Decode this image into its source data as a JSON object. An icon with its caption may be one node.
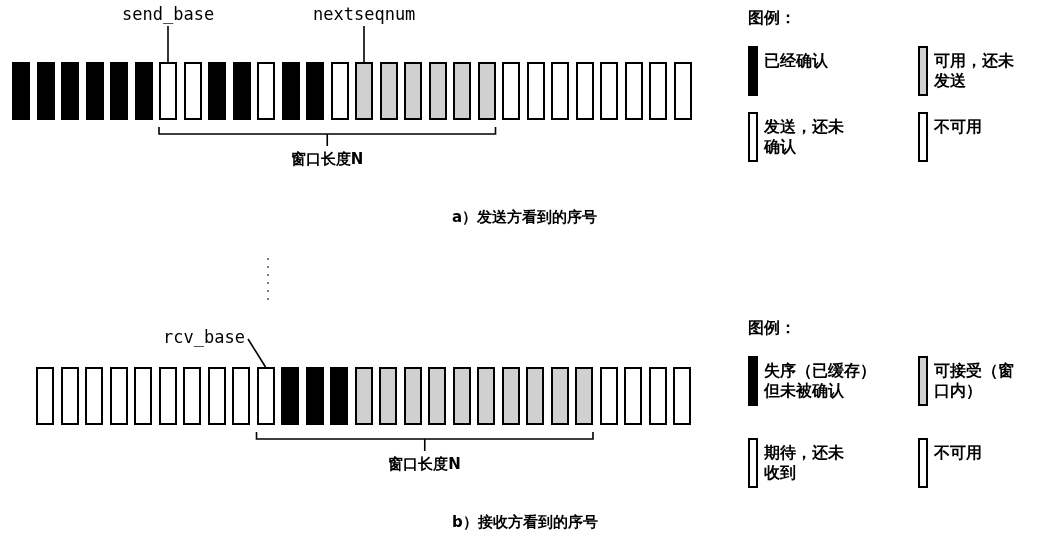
{
  "diagram": {
    "nodes": [
      {
        "text": [
          "send_base"
        ]
      },
      {
        "text": [
          "nextseqnum"
        ]
      },
      {
        "text": [],
        "shape": "box"
      },
      {
        "text": [],
        "shape": "box"
      },
      {
        "text": [],
        "shape": "box"
      },
      {
        "text": [],
        "shape": "box"
      },
      {
        "text": [],
        "shape": "box"
      },
      {
        "text": [],
        "shape": "box"
      },
      {
        "text": [],
        "shape": "box"
      },
      {
        "text": [],
        "shape": "box"
      },
      {
        "text": [],
        "shape": "box"
      },
      {
        "text": [],
        "shape": "box"
      },
      {
        "text": [],
        "shape": "box"
      },
      {
        "text": [],
        "shape": "box"
      },
      {
        "text": [],
        "shape": "box"
      },
      {
        "text": [],
        "shape": "box"
      },
      {
        "text": [],
        "shape": "box"
      },
      {
        "text": [],
        "shape": "box"
      },
      {
        "text": [],
        "shape": "box"
      },
      {
        "text": [],
        "shape": "box"
      },
      {
        "text": [],
        "shape": "box"
      },
      {
        "text": [],
        "shape": "box"
      },
      {
        "text": [],
        "shape": "box"
      },
      {
        "text": [],
        "shape": "box"
      },
      {
        "text": [],
        "shape": "box"
      },
      {
        "text": [],
        "shape": "box"
      },
      {
        "text": [],
        "shape": "box"
      },
      {
        "text": [],
        "shape": "box"
      },
      {
        "text": [],
        "shape": "box"
      },
      {
        "text": [],
        "shape": "box"
      },
      {
        "text": [
          "rcv_base"
        ]
      },
      {
        "text": [],
        "shape": "box"
      },
      {
        "text": [],
        "shape": "box"
      },
      {
        "text": [],
        "shape": "box"
      },
      {
        "text": [],
        "shape": "box"
      },
      {
        "text": [],
        "shape": "box"
      },
      {
        "text": [],
        "shape": "box"
      },
      {
        "text": [],
        "shape": "box"
      },
      {
        "text": [],
        "shape": "box"
      },
      {
        "text": [],
        "shape": "box"
      },
      {
        "text": [],
        "shape": "box"
      },
      {
        "text": [],
        "shape": "box"
      },
      {
        "text": [],
        "shape": "box"
      },
      {
        "text": [],
        "shape": "box"
      },
      {
        "text": [],
        "shape": "box"
      },
      {
        "text": [],
        "shape": "box"
      },
      {
        "text": [],
        "shape": "box"
      },
      {
        "text": [],
        "shape": "box"
      },
      {
        "text": [],
        "shape": "box"
      },
      {
        "text": [],
        "shape": "box"
      },
      {
        "text": [],
        "shape": "box"
      },
      {
        "text": [],
        "shape": "box"
      },
      {
        "text": [],
        "shape": "box"
      },
      {
        "text": [],
        "shape": "box"
      },
      {
        "text": [],
        "shape": "box"
      },
      {
        "text": [],
        "shape": "box"
      },
      {
        "text": [],
        "shape": "box"
      },
      {
        "text": [],
        "shape": "box"
      }
    ],
    "edges": [
      {
        "from": 0,
        "to": 8,
        "arrow": "none"
      },
      {
        "from": 1,
        "to": 16,
        "arrow": "none"
      },
      {
        "from": 30,
        "to": 40,
        "arrow": "none"
      }
    ],
    "labels": [
      "图例：",
      "窗口长度N",
      "a）发送方看到的序号",
      "图例：",
      "窗口长度N",
      "b）接收方看到的序号"
    ],
    "legend": [
      {
        "text": "已经确认",
        "color": "#000000"
      },
      {
        "text": "可用，还未发送",
        "color": "#d0d0d0"
      },
      {
        "text": "发送，还未确认",
        "color": "#ffffff"
      },
      {
        "text": "不可用",
        "color": "#ffffff"
      },
      {
        "text": "失序（已缓存）但未被确认",
        "color": "#000000"
      },
      {
        "text": "可接受（窗口内）",
        "color": "#d0d0d0"
      },
      {
        "text": "期待，还未收到",
        "color": "#ffffff"
      },
      {
        "text": "不可用",
        "color": "#ffffff"
      }
    ]
  }
}
